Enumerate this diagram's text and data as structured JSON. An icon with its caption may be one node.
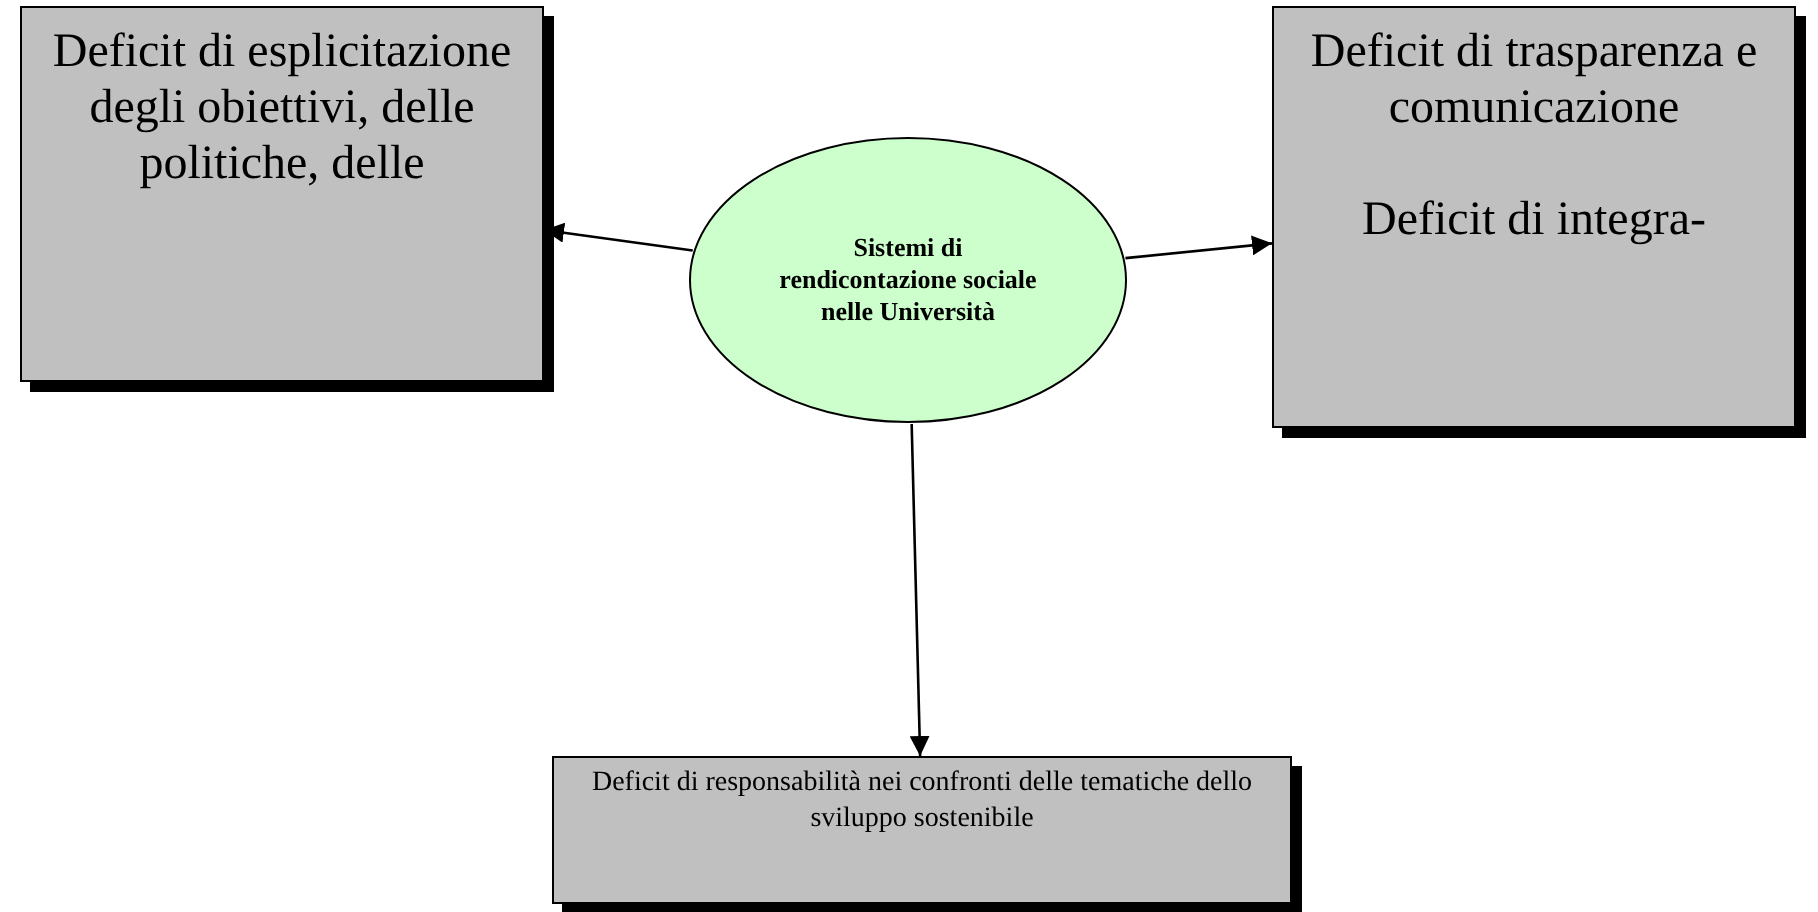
{
  "diagram": {
    "nodes": [
      {
        "text": [
          "Deficit di esplicitazione degli obiettivi, delle politiche, delle"
        ]
      },
      {
        "text": [
          "Sistemi di rendicontazione sociale nelle Università"
        ]
      },
      {
        "text": [
          "Deficit di trasparenza e comunicazione",
          "Deficit di integra-"
        ]
      },
      {
        "text": [
          "Deficit di responsabilità nei confronti delle tematiche dello sviluppo sostenibile"
        ]
      }
    ],
    "edges": [
      {
        "from": 1,
        "to": 0,
        "arrow": "to"
      },
      {
        "from": 1,
        "to": 2,
        "arrow": "to"
      },
      {
        "from": 1,
        "to": 3,
        "arrow": "to"
      }
    ]
  }
}
